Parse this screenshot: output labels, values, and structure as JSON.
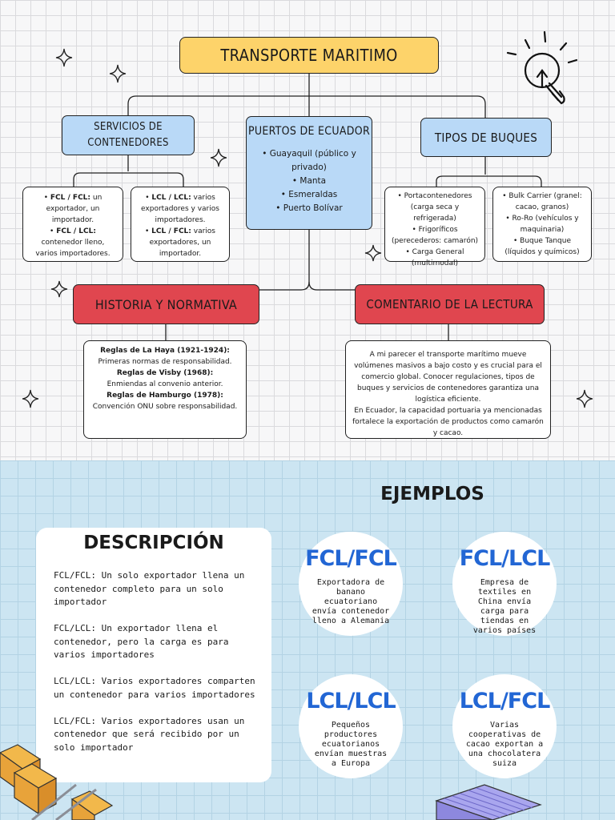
{
  "colors": {
    "title_yellow": "#fdd36a",
    "box_blue": "#b9d9f7",
    "box_red": "#e0464f",
    "example_blue": "#2266d4"
  },
  "title": "TRANSPORTE MARITIMO",
  "servicios": {
    "title": "SERVICIOS DE CONTENEDORES",
    "fcl": {
      "label1": "FCL / FCL:",
      "text1": " un exportador, un importador.",
      "label2": "FCL / LCL:",
      "text2": " contenedor lleno, varios importadores."
    },
    "lcl": {
      "label1": "LCL / LCL:",
      "text1": " varios exportadores y varios importadores.",
      "label2": "LCL / FCL:",
      "text2": " varios exportadores, un importador."
    }
  },
  "puertos": {
    "title": "PUERTOS DE ECUADOR",
    "items": [
      "• Guayaquil (público y privado)",
      "• Manta",
      "• Esmeraldas",
      "• Puerto Bolívar"
    ]
  },
  "buques": {
    "title": "TIPOS DE BUQUES",
    "col1": [
      "• Portacontenedores (carga seca y refrigerada)",
      "• Frigoríficos (perecederos: camarón)",
      "• Carga General (multimodal)"
    ],
    "col2": [
      "• Bulk Carrier (granel: cacao, granos)",
      "• Ro-Ro (vehículos y maquinaria)",
      "• Buque Tanque (líquidos y químicos)"
    ]
  },
  "historia": {
    "title": "HISTORIA Y NORMATIVA",
    "r1_label": "Reglas de La Haya (1921-1924):",
    "r1_text": "Primeras normas de responsabilidad.",
    "r2_label": "Reglas de Visby (1968):",
    "r2_text": "Enmiendas al convenio anterior.",
    "r3_label": "Reglas de Hamburgo (1978):",
    "r3_text": "Convención ONU sobre responsabilidad."
  },
  "comentario": {
    "title": "COMENTARIO DE LA LECTURA",
    "text1": "A mi parecer el transporte marítimo mueve volúmenes masivos a bajo costo y es crucial para el comercio global. Conocer regulaciones, tipos de buques y servicios de contenedores garantiza una logística eficiente.",
    "text2": "En Ecuador, la capacidad portuaria ya mencionadas fortalece la exportación de productos como camarón y cacao."
  },
  "ejemplos_title": "EJEMPLOS",
  "descripcion": {
    "title": "DESCRIPCIÓN",
    "items": [
      "FCL/FCL: Un solo exportador llena un contenedor completo para un solo importador",
      "FCL/LCL: Un exportador llena el contenedor, pero la carga es para varios importadores",
      "LCL/LCL: Varios exportadores comparten un contenedor para varios importadores",
      "LCL/FCL: Varios exportadores usan un contenedor que será recibido por un solo importador"
    ]
  },
  "examples": [
    {
      "title": "FCL/FCL",
      "text": "Exportadora de banano ecuatoriano envía contenedor lleno a Alemania"
    },
    {
      "title": "FCL/LCL",
      "text": "Empresa de textiles en China envía carga para tiendas en varios países"
    },
    {
      "title": "LCL/LCL",
      "text": "Pequeños productores ecuatorianos envían muestras a Europa"
    },
    {
      "title": "LCL/FCL",
      "text": "Varias cooperativas de cacao exportan a una chocolatera suiza"
    }
  ]
}
